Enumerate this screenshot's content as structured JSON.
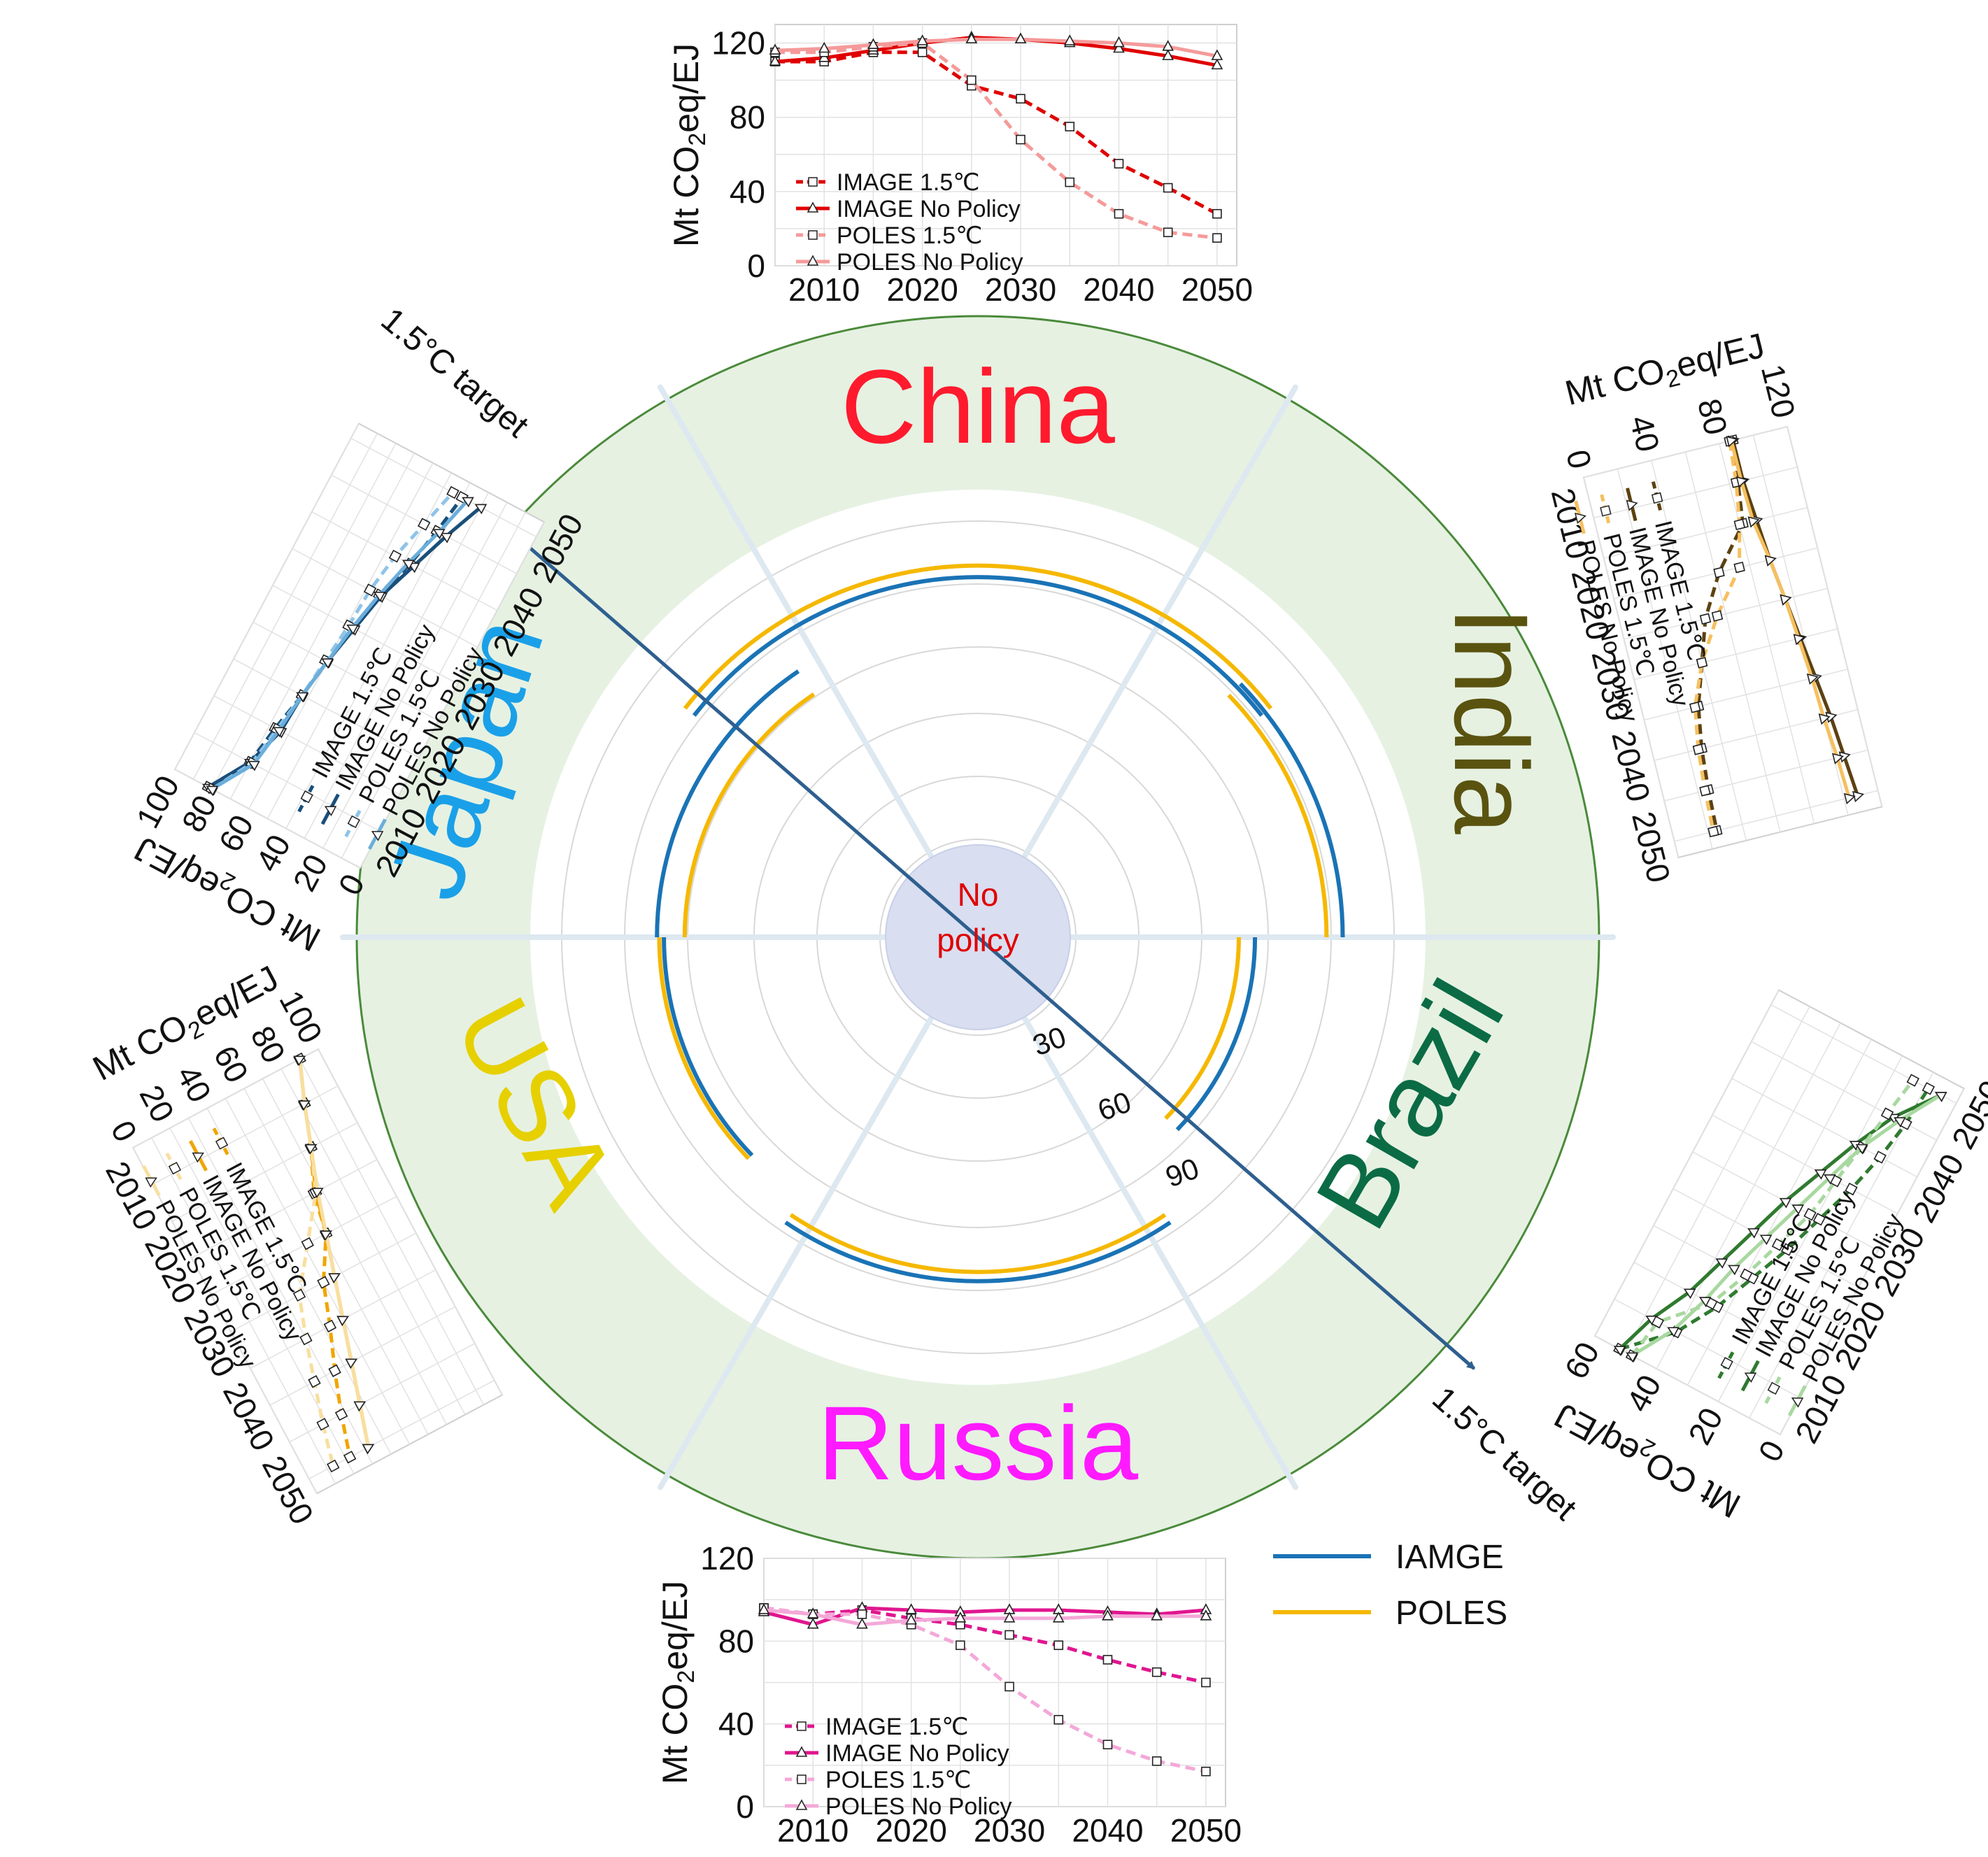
{
  "center_label": "No policy",
  "target_label": "1.5°C target",
  "colors": {
    "ring_band": "#e6f1e2",
    "ring_border": "#4a8a3a",
    "center_fill": "#d9def0",
    "center_text": "#e00000",
    "grid": "#d8d8d8",
    "axis_arrow": "#2e5f8f",
    "spoke": "#dde8f0"
  },
  "countries": [
    {
      "name": "China",
      "color": "#ff1a2e"
    },
    {
      "name": "India",
      "color": "#5a5310"
    },
    {
      "name": "Brazil",
      "color": "#0b6b45"
    },
    {
      "name": "Russia",
      "color": "#ff1aff"
    },
    {
      "name": "USA",
      "color": "#e6d000"
    },
    {
      "name": "Japan",
      "color": "#1aa0e8"
    }
  ],
  "bottom_legend": [
    {
      "name": "IAMGE",
      "color": "#1a73b5"
    },
    {
      "name": "POLES",
      "color": "#f5b800"
    }
  ],
  "chart_data": [
    {
      "type": "radial-arcs",
      "ring_ticks": [
        30,
        60,
        90
      ],
      "arcs": [
        {
          "model": "IAMGE",
          "sector": "China",
          "value": 103
        },
        {
          "model": "POLES",
          "sector": "China",
          "value": 108
        },
        {
          "model": "IAMGE",
          "sector": "India",
          "value": 105
        },
        {
          "model": "POLES",
          "sector": "India",
          "value": 98
        },
        {
          "model": "IAMGE",
          "sector": "Brazil",
          "value": 67
        },
        {
          "model": "POLES",
          "sector": "Brazil",
          "value": 60
        },
        {
          "model": "IAMGE",
          "sector": "Russia",
          "value": 96
        },
        {
          "model": "POLES",
          "sector": "Russia",
          "value": 92
        },
        {
          "model": "IAMGE",
          "sector": "USA",
          "value": 83
        },
        {
          "model": "POLES",
          "sector": "USA",
          "value": 85
        },
        {
          "model": "IAMGE",
          "sector": "Japan",
          "value": 86
        },
        {
          "model": "POLES",
          "sector": "Japan",
          "value": 74
        }
      ]
    },
    {
      "type": "line",
      "region": "China",
      "ylabel": "Mt CO2eq/EJ",
      "ylim": [
        0,
        130
      ],
      "yticks": [
        0,
        40,
        80,
        120
      ],
      "xticks": [
        2010,
        2020,
        2030,
        2040,
        2050
      ],
      "x": [
        2005,
        2010,
        2015,
        2020,
        2025,
        2030,
        2035,
        2040,
        2045,
        2050
      ],
      "series": [
        {
          "name": "IMAGE 1.5℃",
          "color": "#e00000",
          "dash": true,
          "marker": "square",
          "values": [
            110,
            110,
            115,
            115,
            97,
            90,
            75,
            55,
            42,
            28
          ]
        },
        {
          "name": "IMAGE No Policy",
          "color": "#e00000",
          "dash": false,
          "marker": "triangle",
          "values": [
            110,
            112,
            116,
            120,
            123,
            122,
            120,
            117,
            113,
            108
          ]
        },
        {
          "name": "POLES 1.5℃",
          "color": "#f59a9a",
          "dash": true,
          "marker": "square",
          "values": [
            115,
            115,
            118,
            120,
            100,
            68,
            45,
            28,
            18,
            15
          ]
        },
        {
          "name": "POLES No Policy",
          "color": "#f59a9a",
          "dash": false,
          "marker": "triangle",
          "values": [
            116,
            117,
            119,
            121,
            122,
            122,
            121,
            120,
            118,
            113
          ]
        }
      ]
    },
    {
      "type": "line",
      "region": "Russia",
      "ylabel": "Mt CO2eq/EJ",
      "ylim": [
        0,
        120
      ],
      "yticks": [
        0,
        40,
        80,
        120
      ],
      "xticks": [
        2010,
        2020,
        2030,
        2040,
        2050
      ],
      "x": [
        2005,
        2010,
        2015,
        2020,
        2025,
        2030,
        2035,
        2040,
        2045,
        2050
      ],
      "series": [
        {
          "name": "IMAGE 1.5℃",
          "color": "#e0168f",
          "dash": true,
          "marker": "square",
          "values": [
            96,
            93,
            95,
            91,
            88,
            83,
            78,
            71,
            65,
            60
          ]
        },
        {
          "name": "IMAGE No Policy",
          "color": "#e0168f",
          "dash": false,
          "marker": "triangle",
          "values": [
            94,
            88,
            96,
            95,
            94,
            95,
            95,
            94,
            93,
            95
          ]
        },
        {
          "name": "POLES 1.5℃",
          "color": "#f4a8d8",
          "dash": true,
          "marker": "square",
          "values": [
            96,
            93,
            93,
            88,
            78,
            58,
            42,
            30,
            22,
            17
          ]
        },
        {
          "name": "POLES No Policy",
          "color": "#f4a8d8",
          "dash": false,
          "marker": "triangle",
          "values": [
            95,
            93,
            88,
            90,
            91,
            91,
            91,
            92,
            92,
            92
          ]
        }
      ]
    },
    {
      "type": "line",
      "region": "India",
      "ylabel": "Mt CO2eq/EJ",
      "ylim": [
        0,
        120
      ],
      "yticks": [
        0,
        40,
        80,
        120
      ],
      "xticks": [
        2010,
        2020,
        2030,
        2040,
        2050
      ],
      "x": [
        2005,
        2010,
        2015,
        2020,
        2025,
        2030,
        2035,
        2040,
        2045,
        2050
      ],
      "series": [
        {
          "name": "IMAGE 1.5℃",
          "color": "#5c4212",
          "dash": true,
          "marker": "square",
          "values": [
            88,
            85,
            82,
            62,
            48,
            40,
            32,
            28,
            26,
            25
          ]
        },
        {
          "name": "IMAGE No Policy",
          "color": "#5c4212",
          "dash": false,
          "marker": "triangle",
          "values": [
            88,
            88,
            90,
            92,
            95,
            98,
            101,
            104,
            106,
            108
          ]
        },
        {
          "name": "POLES 1.5℃",
          "color": "#f5c060",
          "dash": true,
          "marker": "square",
          "values": [
            86,
            84,
            80,
            74,
            55,
            40,
            30,
            26,
            24,
            23
          ]
        },
        {
          "name": "POLES No Policy",
          "color": "#f5c060",
          "dash": false,
          "marker": "triangle",
          "values": [
            87,
            87,
            88,
            92,
            95,
            97,
            99,
            100,
            102,
            103
          ]
        }
      ]
    },
    {
      "type": "line",
      "region": "Japan",
      "ylabel": "Mt CO2eq/EJ",
      "ylim": [
        0,
        100
      ],
      "yticks": [
        0,
        20,
        40,
        60,
        80,
        100
      ],
      "xticks": [
        2010,
        2020,
        2030,
        2040,
        2050
      ],
      "x": [
        2005,
        2010,
        2015,
        2020,
        2025,
        2030,
        2035,
        2040,
        2045,
        2050
      ],
      "series": [
        {
          "name": "IMAGE 1.5℃",
          "color": "#1a4f7a",
          "dash": true,
          "marker": "square",
          "values": [
            82,
            70,
            67,
            63,
            60,
            57,
            53,
            47,
            43,
            40
          ]
        },
        {
          "name": "IMAGE No Policy",
          "color": "#1a4f7a",
          "dash": false,
          "marker": "triangle",
          "values": [
            82,
            70,
            64,
            63,
            60,
            56,
            52,
            45,
            38,
            30
          ]
        },
        {
          "name": "POLES 1.5℃",
          "color": "#8fc4e8",
          "dash": true,
          "marker": "square",
          "values": [
            80,
            69,
            66,
            63,
            61,
            59,
            58,
            55,
            50,
            45
          ]
        },
        {
          "name": "POLES No Policy",
          "color": "#6aaedc",
          "dash": false,
          "marker": "triangle",
          "values": [
            80,
            68,
            65,
            63,
            60,
            57,
            53,
            48,
            42,
            37
          ]
        }
      ]
    },
    {
      "type": "line",
      "region": "Brazil",
      "ylabel": "Mt CO2eq/EJ",
      "ylim": [
        0,
        60
      ],
      "yticks": [
        0,
        20,
        40,
        60
      ],
      "xticks": [
        2010,
        2020,
        2030,
        2040,
        2050
      ],
      "x": [
        2005,
        2010,
        2015,
        2020,
        2025,
        2030,
        2035,
        2040,
        2045,
        2050
      ],
      "series": [
        {
          "name": "IMAGE 1.5℃",
          "color": "#2f7a2f",
          "dash": true,
          "marker": "square",
          "values": [
            52,
            40,
            33,
            28,
            23,
            19,
            15,
            12,
            10,
            9
          ]
        },
        {
          "name": "IMAGE No Policy",
          "color": "#2f7a2f",
          "dash": false,
          "marker": "triangle",
          "values": [
            52,
            48,
            42,
            38,
            34,
            30,
            25,
            20,
            14,
            5
          ]
        },
        {
          "name": "POLES 1.5℃",
          "color": "#a8d8a0",
          "dash": true,
          "marker": "square",
          "values": [
            48,
            46,
            35,
            30,
            26,
            22,
            20,
            18,
            16,
            14
          ]
        },
        {
          "name": "POLES No Policy",
          "color": "#a8d8a0",
          "dash": false,
          "marker": "triangle",
          "values": [
            48,
            41,
            37,
            34,
            30,
            26,
            22,
            18,
            12,
            5
          ]
        }
      ]
    },
    {
      "type": "line",
      "region": "USA",
      "ylabel": "Mt CO2eq/EJ",
      "ylim": [
        0,
        100
      ],
      "yticks": [
        0,
        20,
        40,
        60,
        80,
        100
      ],
      "xticks": [
        2010,
        2020,
        2030,
        2040,
        2050
      ],
      "x": [
        2005,
        2010,
        2015,
        2020,
        2025,
        2030,
        2035,
        2040,
        2045,
        2050
      ],
      "series": [
        {
          "name": "IMAGE 1.5℃",
          "color": "#f0a500",
          "dash": true,
          "marker": "square",
          "values": [
            90,
            82,
            75,
            66,
            62,
            50,
            43,
            35,
            28,
            22
          ]
        },
        {
          "name": "IMAGE No Policy",
          "color": "#f0a500",
          "dash": false,
          "marker": "triangle",
          "values": [
            90,
            82,
            75,
            67,
            62,
            56,
            50,
            44,
            38,
            32
          ]
        },
        {
          "name": "POLES 1.5℃",
          "color": "#f8dfa0",
          "dash": true,
          "marker": "square",
          "values": [
            90,
            82,
            75,
            67,
            52,
            37,
            30,
            24,
            18,
            13
          ]
        },
        {
          "name": "POLES No Policy",
          "color": "#f8dfa0",
          "dash": false,
          "marker": "triangle",
          "values": [
            90,
            82,
            75,
            68,
            62,
            56,
            50,
            44,
            38,
            32
          ]
        }
      ]
    }
  ]
}
